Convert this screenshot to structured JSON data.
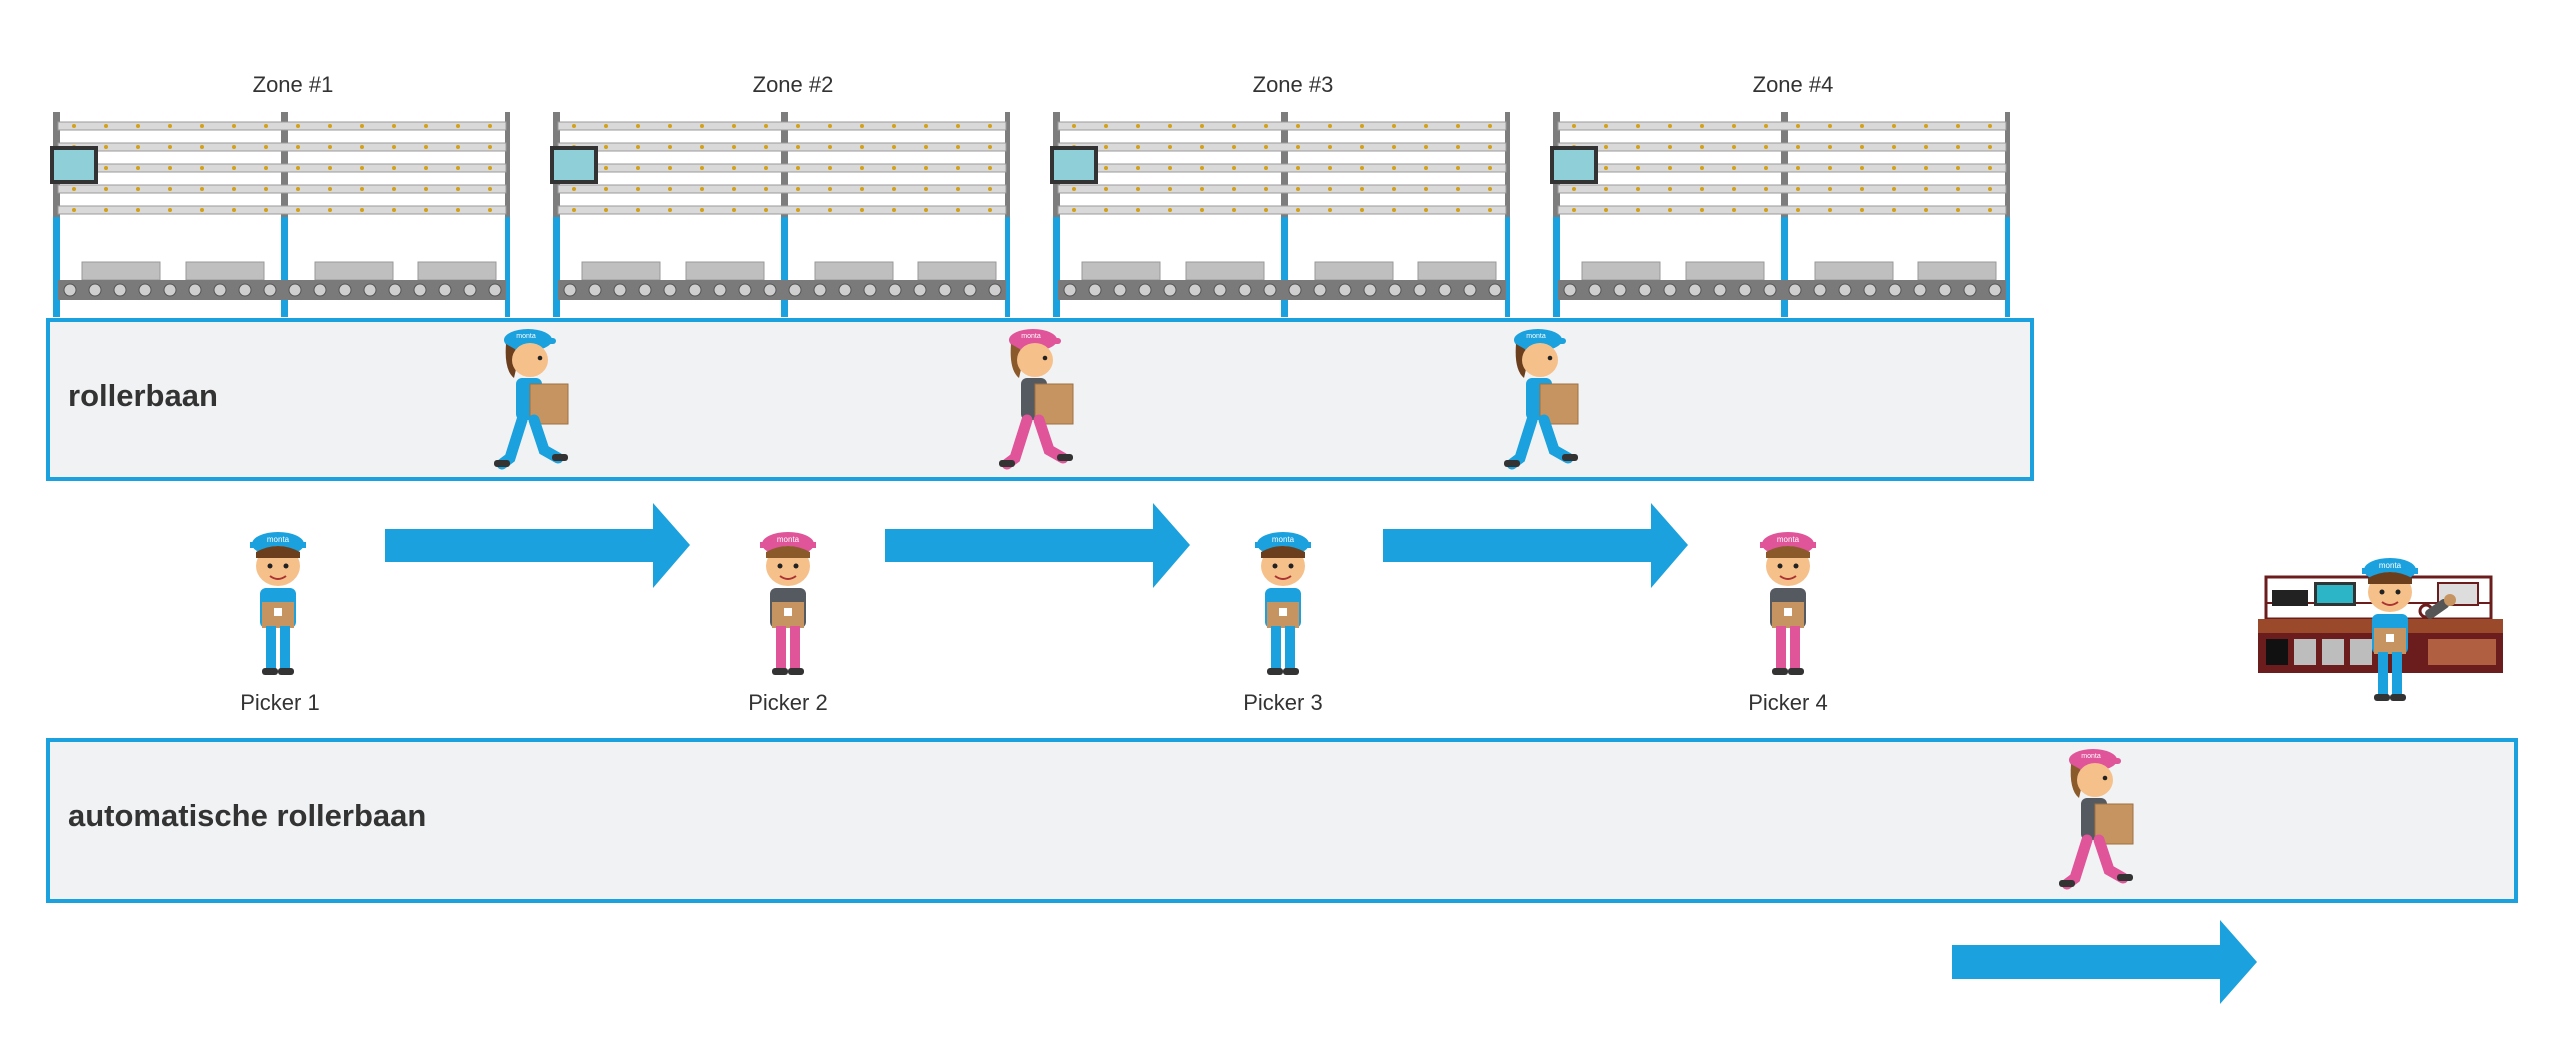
{
  "zones": [
    {
      "label": "Zone #1"
    },
    {
      "label": "Zone #2"
    },
    {
      "label": "Zone #3"
    },
    {
      "label": "Zone #4"
    }
  ],
  "lanes": {
    "top": {
      "label": "rollerbaan"
    },
    "bottom": {
      "label": "automatische rollerbaan"
    }
  },
  "pickers": [
    {
      "label": "Picker 1",
      "color": "blue"
    },
    {
      "label": "Picker 2",
      "color": "pink"
    },
    {
      "label": "Picker 3",
      "color": "blue"
    },
    {
      "label": "Picker 4",
      "color": "pink"
    }
  ],
  "cap_text": "monta",
  "colors": {
    "accent_blue": "#1aa1de",
    "lane_fill": "#f1f2f4",
    "worker_pink": "#e0549a",
    "worker_blue": "#1aa1de",
    "box_brown": "#c69461",
    "rack_blue": "#1aa1de",
    "rack_gray": "#8a8a8a"
  }
}
